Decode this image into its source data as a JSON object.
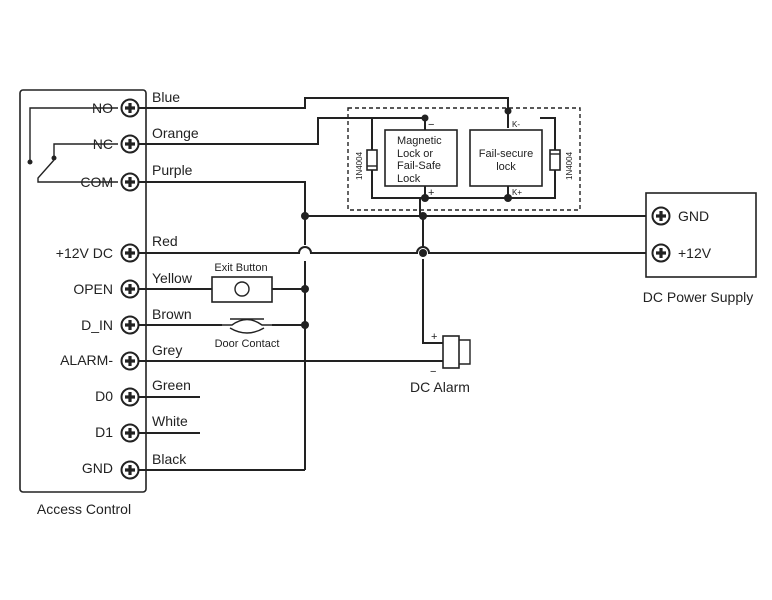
{
  "controller": {
    "caption": "Access Control",
    "terminals": [
      {
        "label": "NO",
        "wire": "Blue"
      },
      {
        "label": "NC",
        "wire": "Orange"
      },
      {
        "label": "COM",
        "wire": "Purple"
      },
      {
        "label": "+12V DC",
        "wire": "Red"
      },
      {
        "label": "OPEN",
        "wire": "Yellow"
      },
      {
        "label": "D_IN",
        "wire": "Brown"
      },
      {
        "label": "ALARM-",
        "wire": "Grey"
      },
      {
        "label": "D0",
        "wire": "Green"
      },
      {
        "label": "D1",
        "wire": "White"
      },
      {
        "label": "GND",
        "wire": "Black"
      }
    ]
  },
  "locks": {
    "magnetic": {
      "line1": "Magnetic",
      "line2": "Lock or",
      "line3": "Fail-Safe",
      "line4": "Lock",
      "minus": "−",
      "plus": "+"
    },
    "fail_secure": {
      "line1": "Fail-secure",
      "line2": "lock",
      "k_minus": "K-",
      "k_plus": "K+"
    },
    "diode_label": "1N4004"
  },
  "exit_button": {
    "label": "Exit Button"
  },
  "door_contact": {
    "label": "Door Contact"
  },
  "alarm": {
    "label": "DC  Alarm",
    "plus": "+",
    "minus": "−"
  },
  "power_supply": {
    "caption": "DC Power Supply",
    "gnd": "GND",
    "v12": "+12V"
  }
}
